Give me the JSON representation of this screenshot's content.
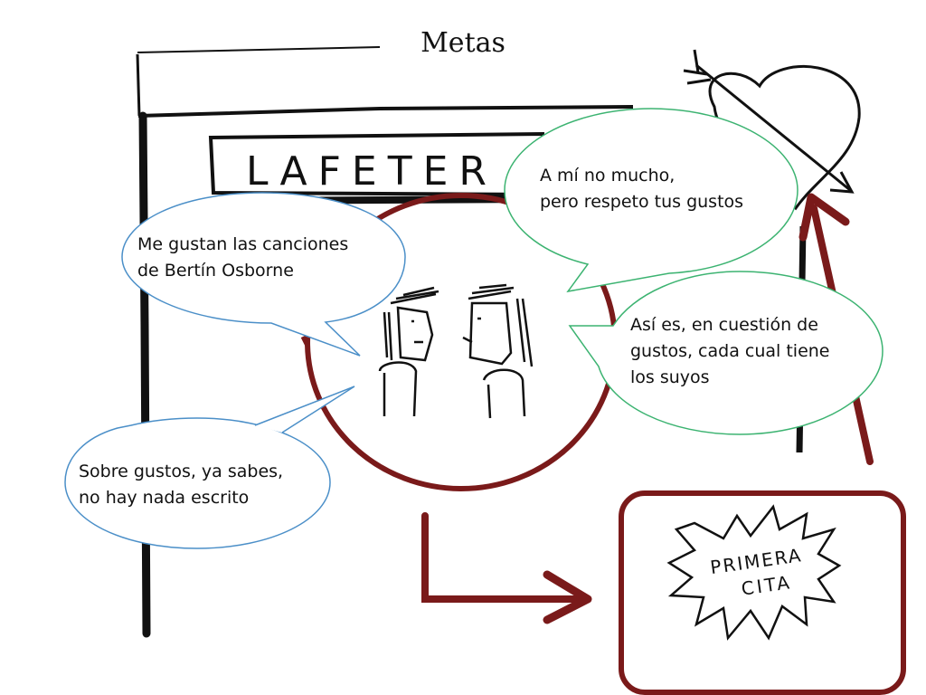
{
  "slide": {
    "title": "Metas",
    "sign_text": "LAFETER",
    "badge_text_line1": "PRIMERA",
    "badge_text_line2": "CITA"
  },
  "bubbles": {
    "top_left": "Me gustan las canciones\nde Bertín Osborne",
    "top_right": "A mí no mucho,\npero respeto tus gustos",
    "bottom_left": "Sobre gustos, ya sabes,\nno hay nada escrito",
    "bottom_right": "Así es, en cuestión de\ngustos, cada cual tiene\nlos suyos"
  },
  "colors": {
    "accent_red": "#7a1a1a",
    "blue_outline": "#4b8fc8",
    "green_outline": "#3cb371",
    "ink": "#111111"
  }
}
